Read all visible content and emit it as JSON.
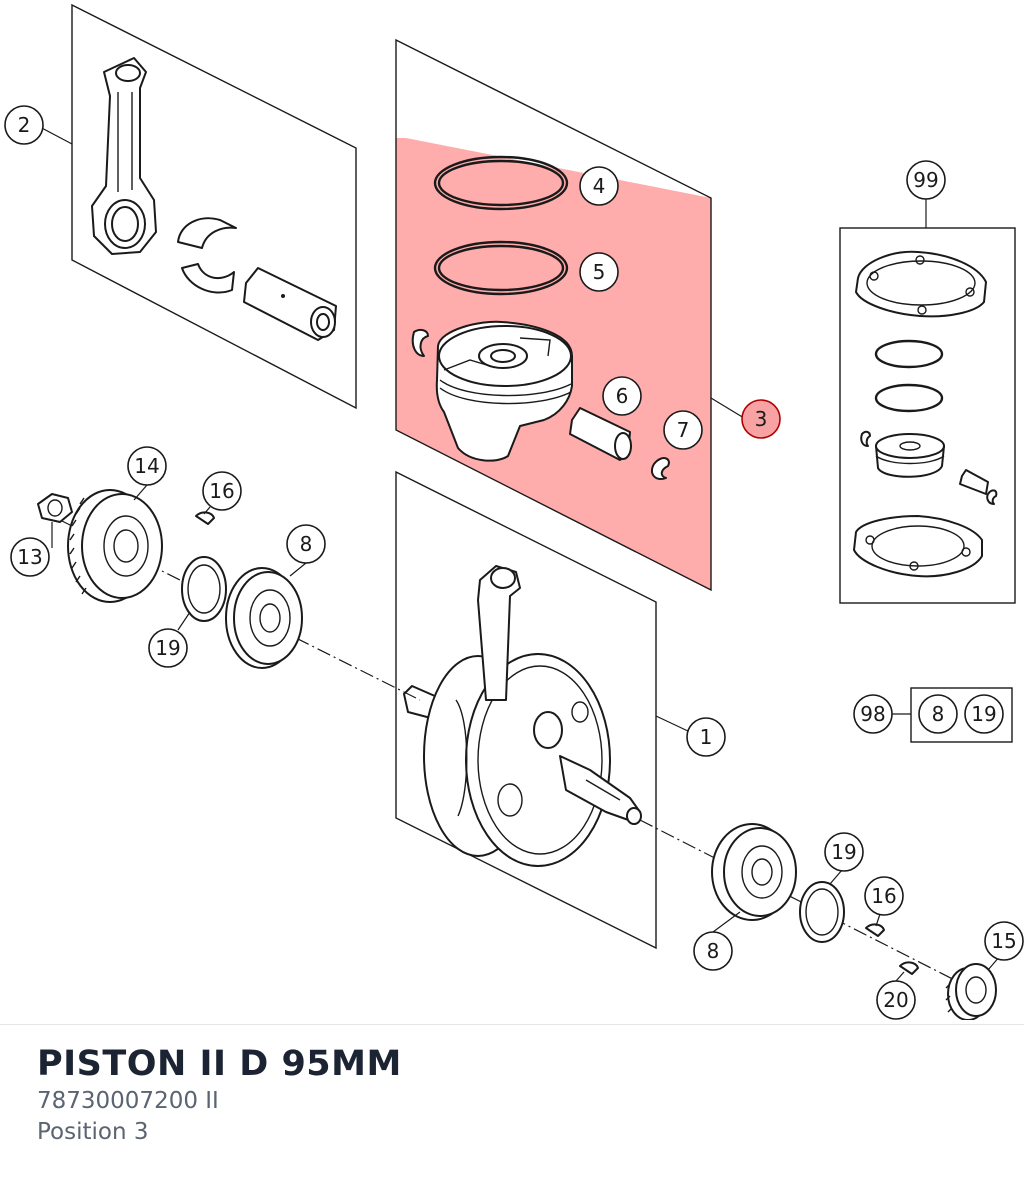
{
  "diagram": {
    "callouts": {
      "c1": "1",
      "c2": "2",
      "c3": "3",
      "c4": "4",
      "c5": "5",
      "c6": "6",
      "c7": "7",
      "c8a": "8",
      "c8b": "8",
      "c8c": "8",
      "c13": "13",
      "c14": "14",
      "c15": "15",
      "c16a": "16",
      "c16b": "16",
      "c19a": "19",
      "c19b": "19",
      "c19c": "19",
      "c20": "20",
      "c98": "98",
      "c99": "99"
    },
    "highlight_color": "#ff9d9d"
  },
  "part": {
    "title": "PISTON II D 95MM",
    "number": "78730007200 II",
    "position": "Position 3"
  }
}
